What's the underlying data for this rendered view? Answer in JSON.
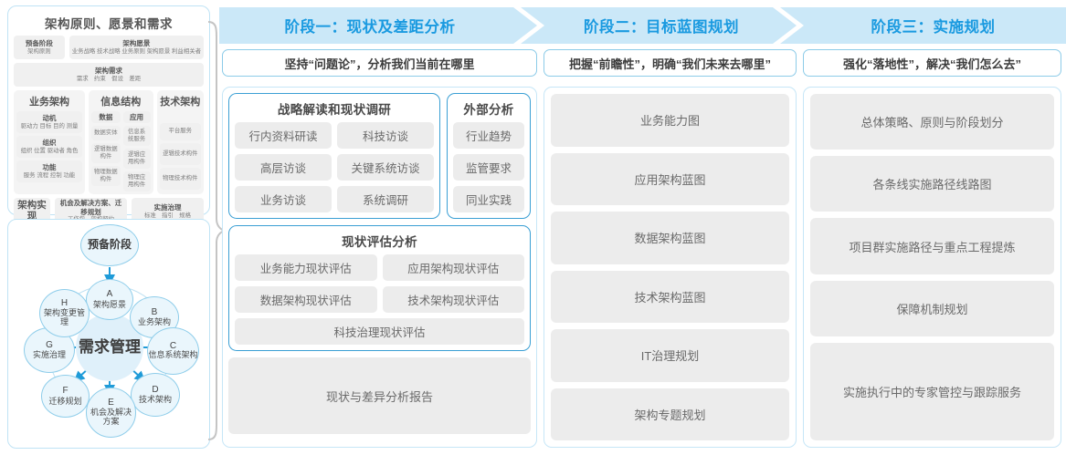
{
  "left_panel": {
    "title": "架构原则、愿景和需求",
    "row1": [
      {
        "head": "预备阶段",
        "sub": "架构原则"
      },
      {
        "head": "架构愿景",
        "sub": "业务战略 技术战略 业务原则 架构愿景 利益相关者"
      }
    ],
    "row2": [
      {
        "head": "架构需求",
        "sub": "需求　约束　假设　差距"
      }
    ],
    "columns": [
      {
        "title": "业务架构",
        "groups": [
          {
            "items": [
              {
                "head": "动机",
                "sub": "驱动力 目标 目的 测量"
              },
              {
                "head": "组织",
                "sub": "组织 位置 驱动者 角色"
              },
              {
                "head": "功能",
                "sub": "服务 流程 控制 功能"
              }
            ]
          }
        ]
      },
      {
        "title": "信息结构",
        "groups": [
          {
            "items": [
              {
                "head": "数据",
                "sub": ""
              },
              {
                "head": "",
                "sub": "数据实体"
              },
              {
                "head": "",
                "sub": "逻辑数据构件"
              },
              {
                "head": "",
                "sub": "物理数据构件"
              }
            ]
          },
          {
            "items": [
              {
                "head": "应用",
                "sub": ""
              },
              {
                "head": "",
                "sub": "信息系统服务"
              },
              {
                "head": "",
                "sub": "逻辑应用构件"
              },
              {
                "head": "",
                "sub": "物理应用构件"
              }
            ]
          }
        ]
      },
      {
        "title": "技术架构",
        "groups": [
          {
            "items": [
              {
                "head": "",
                "sub": "平台服务"
              },
              {
                "head": "",
                "sub": "逻辑技术构件"
              },
              {
                "head": "",
                "sub": "物理技术构件"
              }
            ]
          }
        ]
      }
    ],
    "bottom": [
      {
        "head": "架构实现",
        "sub": ""
      },
      {
        "head": "机会及解决方案、迁移规划",
        "sub": "工作包　架构契约"
      },
      {
        "head": "实施治理",
        "sub": "标准　指引　规格"
      }
    ]
  },
  "circle_diagram": {
    "top_node": "预备阶段",
    "center": "需求管理",
    "nodes": [
      {
        "letter": "A",
        "name": "架构愿景"
      },
      {
        "letter": "B",
        "name": "业务架构"
      },
      {
        "letter": "C",
        "name": "信息系统架构"
      },
      {
        "letter": "D",
        "name": "技术架构"
      },
      {
        "letter": "E",
        "name": "机会及解决方案"
      },
      {
        "letter": "F",
        "name": "迁移规划"
      },
      {
        "letter": "G",
        "name": "实施治理"
      },
      {
        "letter": "H",
        "name": "架构变更管理"
      }
    ]
  },
  "phases": [
    {
      "header": "阶段一：现状及差距分析",
      "subtitle": "坚持“问题论”，分析我们当前在哪里"
    },
    {
      "header": "阶段二：目标蓝图规划",
      "subtitle": "把握“前瞻性”，明确“我们未来去哪里”"
    },
    {
      "header": "阶段三：实施规划",
      "subtitle": "强化“落地性”，解决“我们怎么去”"
    }
  ],
  "phase1": {
    "card_a": {
      "title": "战略解读和现状调研",
      "items": [
        "行内资料研读",
        "科技访谈",
        "高层访谈",
        "关键系统访谈",
        "业务访谈",
        "系统调研"
      ]
    },
    "card_b": {
      "title": "外部分析",
      "items": [
        "行业趋势",
        "监管要求",
        "同业实践"
      ]
    },
    "card_c": {
      "title": "现状评估分析",
      "items": [
        "业务能力现状评估",
        "应用架构现状评估",
        "数据架构现状评估",
        "技术架构现状评估"
      ],
      "full_item": "科技治理现状评估"
    },
    "report": "现状与差异分析报告"
  },
  "phase2": {
    "items": [
      "业务能力图",
      "应用架构蓝图",
      "数据架构蓝图",
      "技术架构蓝图",
      "IT治理规划",
      "架构专题规划"
    ]
  },
  "phase3": {
    "items": [
      "总体策略、原则与阶段划分",
      "各条线实施路径线路图",
      "项目群实施路径与重点工程提炼",
      "保障机制规划",
      "实施执行中的专家管控与跟踪服务"
    ]
  },
  "colors": {
    "accent_blue": "#1a9ae0",
    "band_blue": "#cbe8f8",
    "panel_border": "#bfe3f5",
    "card_border": "#3a9fd4",
    "chip_grey": "#ececec",
    "node_fill": "#eaf6fc",
    "center_fill": "#dff0fa"
  }
}
